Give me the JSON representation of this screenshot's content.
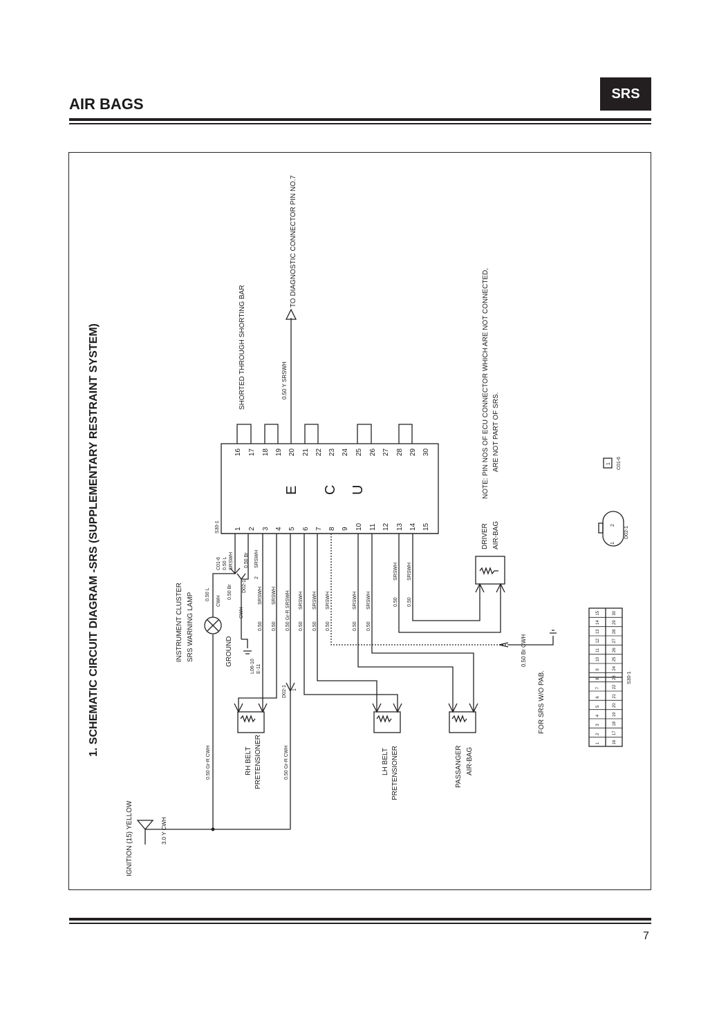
{
  "header": {
    "section_title": "AIR BAGS",
    "section_badge": "SRS"
  },
  "diagram": {
    "title": "1. SCHEMATIC CIRCUIT DIAGRAM -SRS (SUPPLEMENTARY RESTRAINT SYSTEM)",
    "ecu_letters": [
      "E",
      "C",
      "U"
    ],
    "ecu_connector": "S30-1",
    "ecu_pins_left": [
      "1",
      "2",
      "3",
      "4",
      "5",
      "6",
      "7",
      "8",
      "9",
      "10",
      "11",
      "12",
      "13",
      "14",
      "15"
    ],
    "ecu_pins_right": [
      "16",
      "17",
      "18",
      "19",
      "20",
      "21",
      "22",
      "23",
      "24",
      "25",
      "26",
      "27",
      "28",
      "29",
      "30"
    ],
    "labels": {
      "ignition": "IGNITION (15) YELLOW",
      "ignition_wire": "3.0 Y  CWH",
      "cluster": "INSTRUMENT CLUSTER",
      "warning_lamp": "SRS WARNING LAMP",
      "ground": "GROUND",
      "ground_conn_a": "L06-10",
      "ground_conn_b": "E-11",
      "rh_belt_a": "RH BELT",
      "rh_belt_b": "PRETENSIONER",
      "lh_belt_a": "LH BELT",
      "lh_belt_b": "PRETENSIONER",
      "passenger_a": "PASSANGER",
      "passenger_b": "AIR-BAG",
      "driver_a": "DRIVER",
      "driver_b": "AIR-BAG",
      "shorting_bar": "SHORTED THROUGH SHORTING BAR",
      "diagnostic": "TO DIAGNOSTIC CONNECTOR PIN NO.7",
      "diag_wire": "0.50 Y  SRSWH",
      "note_a": "NOTE: PIN NOS OF ECU CONNECTOR WHICH ARE NOT CONNECTED,",
      "note_b": "ARE NOT PART OF SRS.",
      "for_srs": "FOR SRS W/O PAB.",
      "srs_ground_wire": "0.50 Br  CWH",
      "c01_6": "C01-6",
      "d02_1": "D02-1",
      "s30_1": "S30-1"
    },
    "wires": {
      "grr_cwh": "0.50 Gr-R  CWH",
      "l": "0.50 L",
      "cwh": "CWH",
      "br": "0.50 Br",
      "srswh": "SRSWH",
      "conn_c016": "C01-6",
      "conn_d021": "D02-1",
      "pin2": "2",
      "pin1": "1",
      "w050": "0.50",
      "grr_srswh": "0.50 Gr-R  SRSWH"
    },
    "connector_s30_top": [
      "15",
      "14",
      "13",
      "12",
      "11",
      "10",
      "9",
      "8",
      "7",
      "6",
      "5",
      "4",
      "3",
      "2",
      "1"
    ],
    "connector_s30_bottom": [
      "30",
      "29",
      "28",
      "27",
      "26",
      "25",
      "24",
      "23",
      "22",
      "21",
      "20",
      "19",
      "18",
      "17",
      "16"
    ],
    "d02_pins": [
      "1",
      "2"
    ],
    "c01_pin": "1"
  },
  "footer": {
    "page_number": "7"
  }
}
